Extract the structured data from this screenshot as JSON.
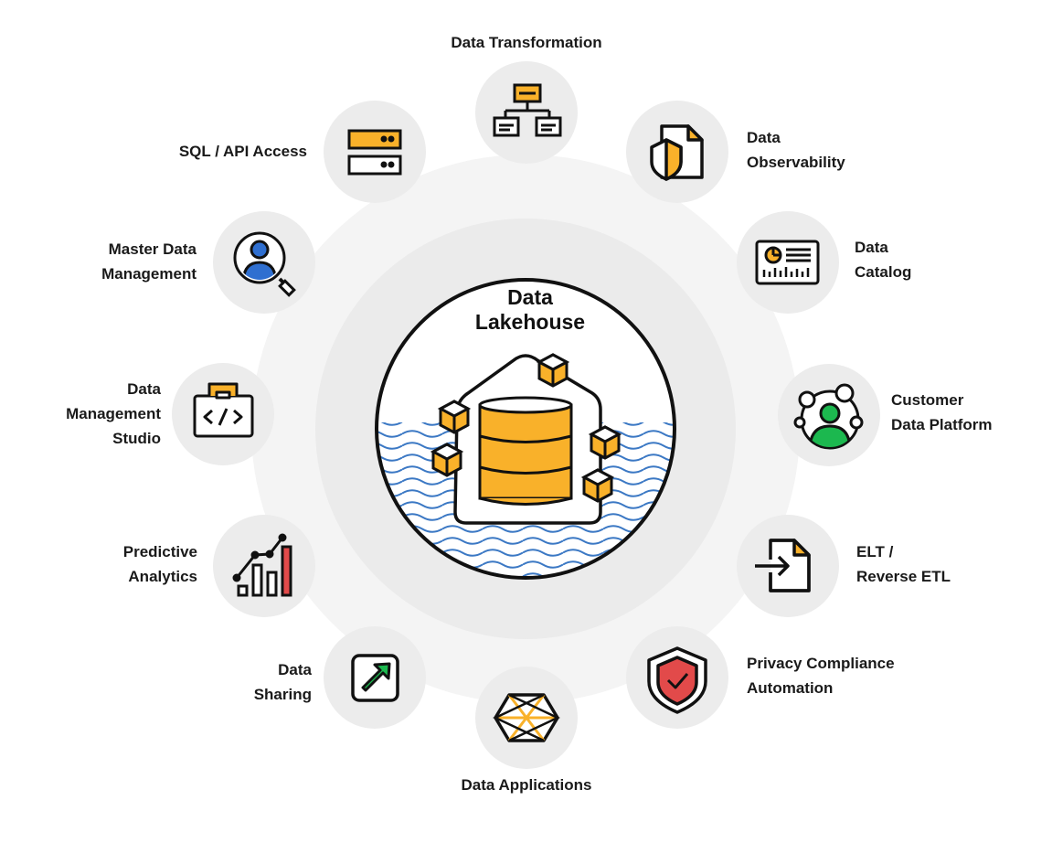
{
  "center": {
    "title_line1": "Data",
    "title_line2": "Lakehouse"
  },
  "colors": {
    "accent_orange": "#f9b12a",
    "water_blue": "#3b78c4",
    "ring_light": "#f4f4f4",
    "ring_mid": "#ebebeb",
    "node_bg": "#ececec",
    "ink": "#111111",
    "green": "#1cb84f",
    "red": "#e24a4a",
    "blue": "#2f6fd0"
  },
  "nodes": [
    {
      "id": "data-transformation",
      "icon": "hierarchy-icon",
      "label": [
        "Data Transformation"
      ]
    },
    {
      "id": "data-observability",
      "icon": "shield-document-icon",
      "label": [
        "Data",
        "Observability"
      ]
    },
    {
      "id": "data-catalog",
      "icon": "dashboard-panel-icon",
      "label": [
        "Data",
        "Catalog"
      ]
    },
    {
      "id": "customer-data-platform",
      "icon": "person-network-icon",
      "label": [
        "Customer",
        "Data Platform"
      ]
    },
    {
      "id": "elt-reverse-etl",
      "icon": "file-import-icon",
      "label": [
        "ELT /",
        "Reverse ETL"
      ]
    },
    {
      "id": "privacy-compliance-automation",
      "icon": "shield-check-icon",
      "label": [
        "Privacy Compliance",
        "Automation"
      ]
    },
    {
      "id": "data-applications",
      "icon": "hexagon-network-icon",
      "label": [
        "Data Applications"
      ]
    },
    {
      "id": "data-sharing",
      "icon": "share-arrow-icon",
      "label": [
        "Data",
        "Sharing"
      ]
    },
    {
      "id": "predictive-analytics",
      "icon": "bar-chart-trend-icon",
      "label": [
        "Predictive",
        "Analytics"
      ]
    },
    {
      "id": "data-management-studio",
      "icon": "code-window-icon",
      "label": [
        "Data",
        "Management",
        "Studio"
      ]
    },
    {
      "id": "master-data-management",
      "icon": "person-search-icon",
      "label": [
        "Master Data",
        "Management"
      ]
    },
    {
      "id": "sql-api-access",
      "icon": "server-stack-icon",
      "label": [
        "SQL / API Access"
      ]
    }
  ]
}
